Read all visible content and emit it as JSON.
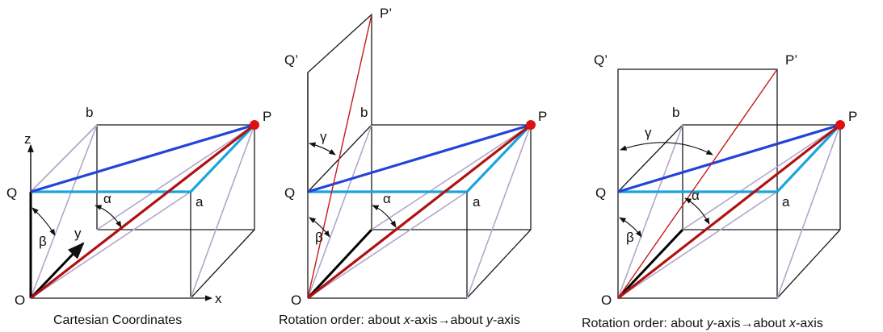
{
  "panels": [
    {
      "id": "cartesian",
      "caption": "Cartesian Coordinates",
      "labels": {
        "P": "P",
        "Q": "Q",
        "O": "O",
        "a": "a",
        "b": "b",
        "alpha": "α",
        "beta": "β",
        "x": "x",
        "y": "y",
        "z": "z"
      }
    },
    {
      "id": "rotation-x-then-y",
      "caption_parts": [
        "Rotation order: about ",
        "x",
        "-axis",
        "→",
        "about ",
        "y",
        "-axis"
      ],
      "labels": {
        "P": "P",
        "Q": "Q",
        "O": "O",
        "a": "a",
        "b": "b",
        "alpha": "α",
        "beta": "β",
        "gamma": "γ",
        "P_prime": "P’",
        "Q_prime": "Q’"
      }
    },
    {
      "id": "rotation-y-then-x",
      "caption_parts": [
        "Rotation order: about ",
        "y",
        "-axis",
        "→",
        "about ",
        "x",
        "-axis"
      ],
      "labels": {
        "P": "P",
        "Q": "Q",
        "O": "O",
        "a": "a",
        "b": "b",
        "alpha": "α",
        "beta": "β",
        "gamma": "γ",
        "P_prime": "P’",
        "Q_prime": "Q’"
      }
    }
  ],
  "colors": {
    "OP_vector": "#b01212",
    "QP_line": "#2244d8",
    "Qa_aP_lines": "#1aa5de",
    "point_P": "#e01010",
    "face_diagonals": "#b3a6cc"
  }
}
